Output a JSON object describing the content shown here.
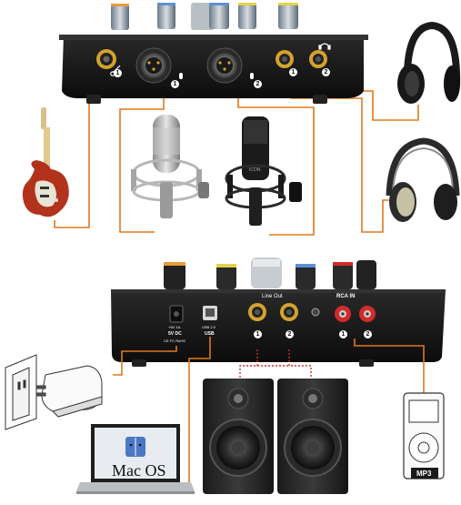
{
  "interface_labels": {
    "line_out": "Line Out",
    "rca_in": "RCA IN",
    "power": "5V DC",
    "usb": "USB",
    "power_small": "+5V 1A",
    "usb_small": "USB 2.0",
    "ce_marks": "CE FC RoHS"
  },
  "port_numbers": {
    "top_guitar": "1",
    "top_mic1": "1",
    "top_mic2": "2",
    "top_phone1": "1",
    "top_phone2": "2",
    "bottom_out1": "1",
    "bottom_out2": "2",
    "bottom_rca1": "1",
    "bottom_rca2": "2"
  },
  "laptop": {
    "os_label": "Mac OS"
  },
  "player": {
    "label": "MP3"
  },
  "microphone": {
    "brand": "ICON"
  },
  "colors": {
    "cable": "#e0781a",
    "device_body": "#141414",
    "rca_red": "#d32a2a",
    "cable_dotted": "#d62b2b"
  },
  "icons": [
    "guitar-icon",
    "microphone-icon",
    "headphones-icon",
    "speaker-icon",
    "laptop-icon",
    "mp3-player-icon",
    "power-outlet-icon"
  ]
}
